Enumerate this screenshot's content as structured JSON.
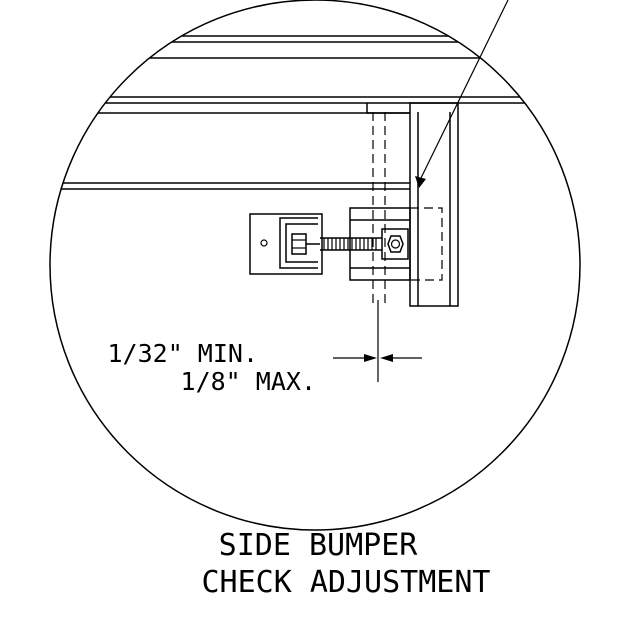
{
  "dimension": {
    "min": "1/32\" MIN.",
    "max": "1/8\" MAX."
  },
  "caption": {
    "line1": "SIDE BUMPER",
    "line2": "CHECK ADJUSTMENT"
  },
  "colors": {
    "ink": "#000000",
    "paper": "#ffffff"
  }
}
